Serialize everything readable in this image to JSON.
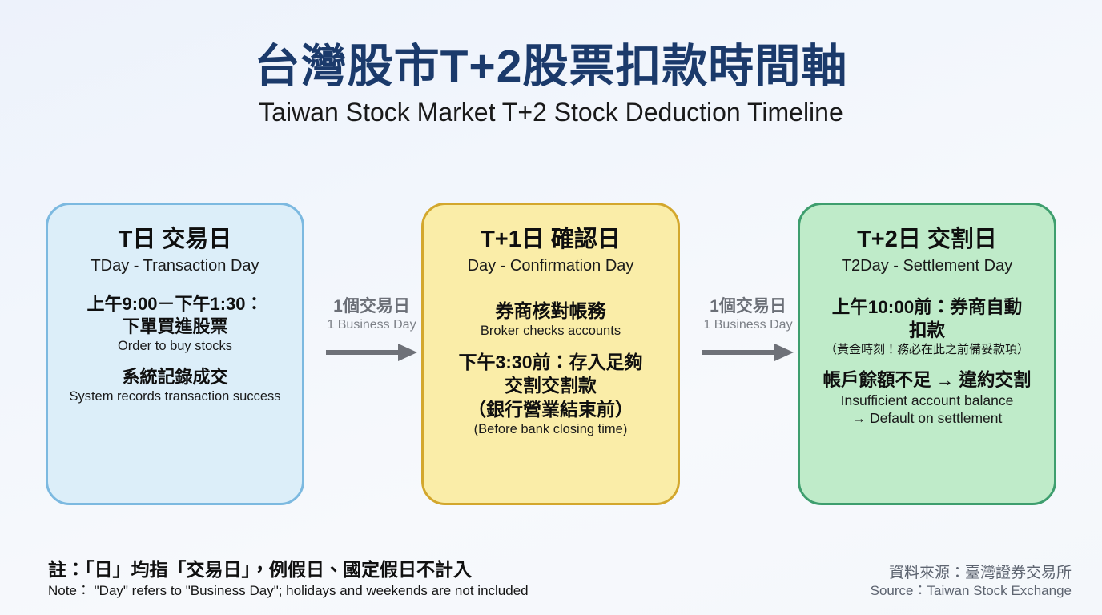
{
  "header": {
    "title_zh": "台灣股市T+2股票扣款時間軸",
    "title_en": "Taiwan Stock Market T+2 Stock Deduction Timeline",
    "title_color": "#1b3a6b"
  },
  "cards": [
    {
      "id": "t-day",
      "title_zh": "T日 交易日",
      "title_en": "TDay - Transaction Day",
      "fill": "#dceef9",
      "border": "#7cb9e0",
      "blocks": [
        {
          "zh_line1": "上午9:00－下午1:30：",
          "zh_line2": "下單買進股票",
          "en": "Order to buy stocks"
        },
        {
          "zh_line1": "系統記錄成交",
          "en": "System records transaction success"
        }
      ]
    },
    {
      "id": "t-plus-1-day",
      "title_zh": "T+1日 確認日",
      "title_en": "Day - Confirmation Day",
      "fill": "#faeda8",
      "border": "#d3a72d",
      "blocks": [
        {
          "zh_line1": "券商核對帳務",
          "en": "Broker checks accounts"
        },
        {
          "zh_line1": "下午3:30前：存入足夠",
          "zh_line2": "交割交割款",
          "zh_line3": "（銀行營業結束前）",
          "en": "(Before bank closing time)"
        }
      ]
    },
    {
      "id": "t-plus-2-day",
      "title_zh": "T+2日 交割日",
      "title_en": "T2Day - Settlement Day",
      "fill": "#bfebc9",
      "border": "#3e9e6e",
      "blocks": [
        {
          "zh_line1": "上午10:00前：券商自動",
          "zh_line2": "扣款",
          "zh_small": "（黃金時刻！務必在此之前備妥款項）"
        },
        {
          "zh_line1": "帳戶餘額不足 → 違約交割",
          "en_line1": "Insufficient account balance",
          "en_line2": "→ Default on settlement"
        }
      ]
    }
  ],
  "connectors": [
    {
      "id": "connector-1",
      "zh": "1個交易日",
      "en": "1 Business Day",
      "arrow_icon": "arrow-right-icon",
      "color": "#6e7178"
    },
    {
      "id": "connector-2",
      "zh": "1個交易日",
      "en": "1 Business Day",
      "arrow_icon": "arrow-right-icon",
      "color": "#6e7178"
    }
  ],
  "footer": {
    "note_zh": "註：「日」均指「交易日」，例假日、國定假日不計入",
    "note_en": "Note： \"Day\"  refers to \"Business Day\"; holidays and weekends are not included",
    "source_zh": "資料來源：臺灣證券交易所",
    "source_en": "Source：Taiwan Stock Exchange"
  }
}
